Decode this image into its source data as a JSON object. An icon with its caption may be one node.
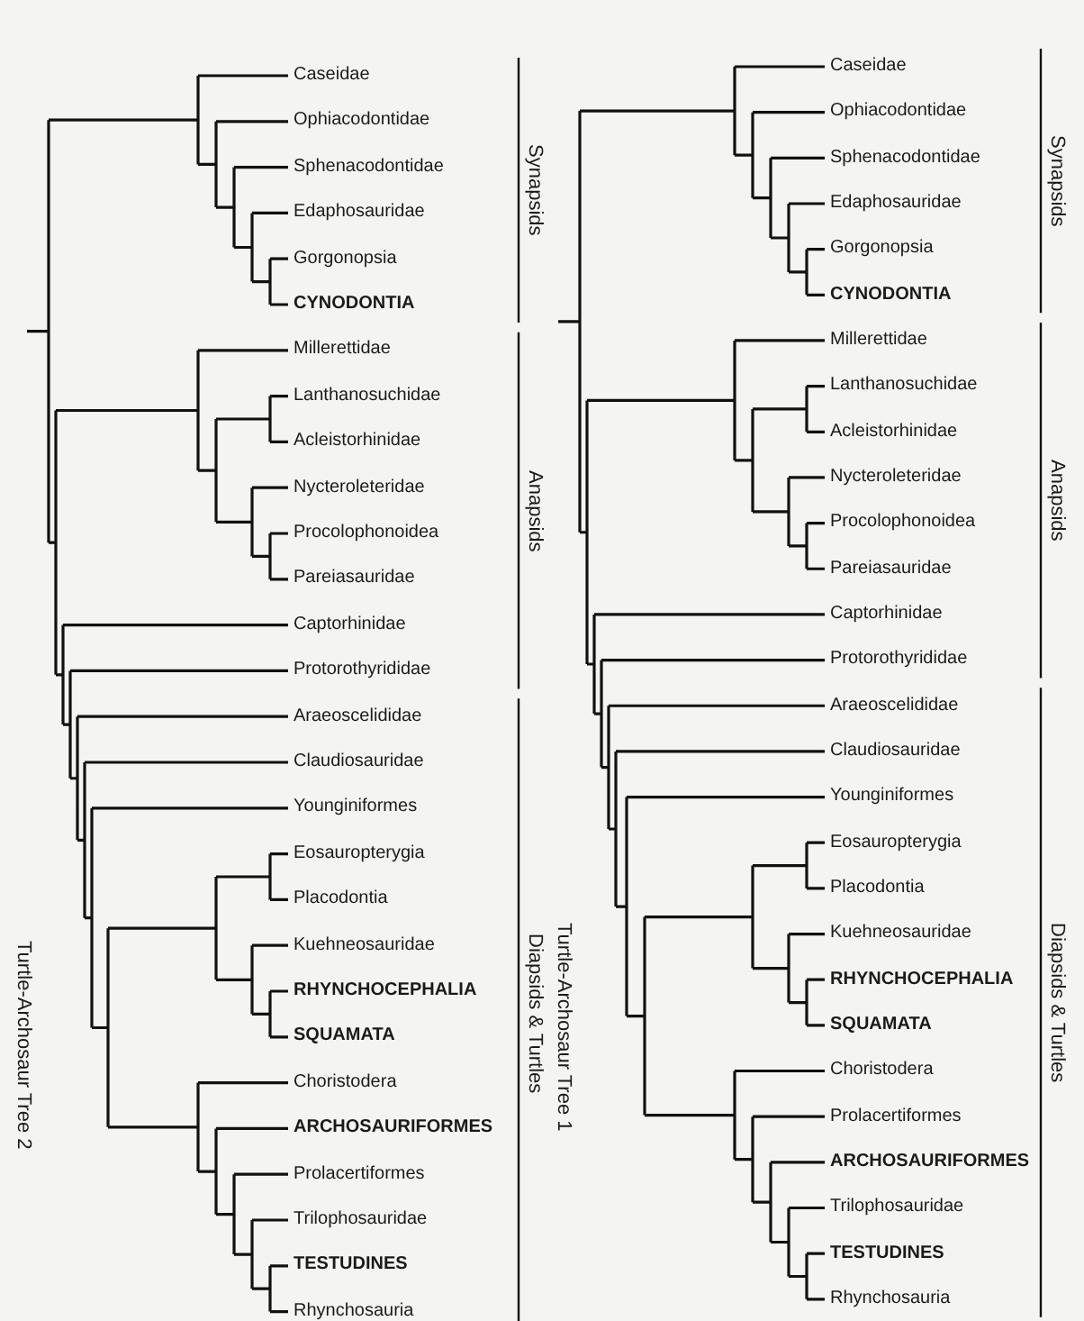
{
  "diagram": {
    "labels": [
      "Caseidae",
      "Ophiacodontidae",
      "Sphenacodontidae",
      "Edaphosauridae",
      "Gorgonopsia",
      "CYNODONTIA",
      "Millerettidae",
      "Lanthanosuchidae",
      "Acleistorhinidae",
      "Nycteroleteridae",
      "Procolophonoidea",
      "Pareiasauridae",
      "Captorhinidae",
      "Protorothyrididae",
      "Araeoscelididae",
      "Claudiosauridae",
      "Younginiformes",
      "Eosauropterygia",
      "Placodontia",
      "Kuehneosauridae",
      "RHYNCHOCEPHALIA",
      "SQUAMATA",
      "Choristodera",
      "ARCHOSAURIFORMES",
      "Prolacertiformes",
      "Trilophosauridae",
      "TESTUDINES",
      "Rhynchosauria",
      "Synapsids",
      "Anapsids",
      "Diapsids & Turtles",
      "Turtle-Archosaur Tree 2",
      "Caseidae",
      "Ophiacodontidae",
      "Sphenacodontidae",
      "Edaphosauridae",
      "Gorgonopsia",
      "CYNODONTIA",
      "Millerettidae",
      "Lanthanosuchidae",
      "Acleistorhinidae",
      "Nycteroleteridae",
      "Procolophonoidea",
      "Pareiasauridae",
      "Captorhinidae",
      "Protorothyrididae",
      "Araeoscelididae",
      "Claudiosauridae",
      "Younginiformes",
      "Eosauropterygia",
      "Placodontia",
      "Kuehneosauridae",
      "RHYNCHOCEPHALIA",
      "SQUAMATA",
      "Choristodera",
      "Prolacertiformes",
      "ARCHOSAURIFORMES",
      "Trilophosauridae",
      "TESTUDINES",
      "Rhynchosauria",
      "Synapsids",
      "Anapsids",
      "Diapsids & Turtles",
      "Turtle-Archosaur Tree 1"
    ]
  }
}
